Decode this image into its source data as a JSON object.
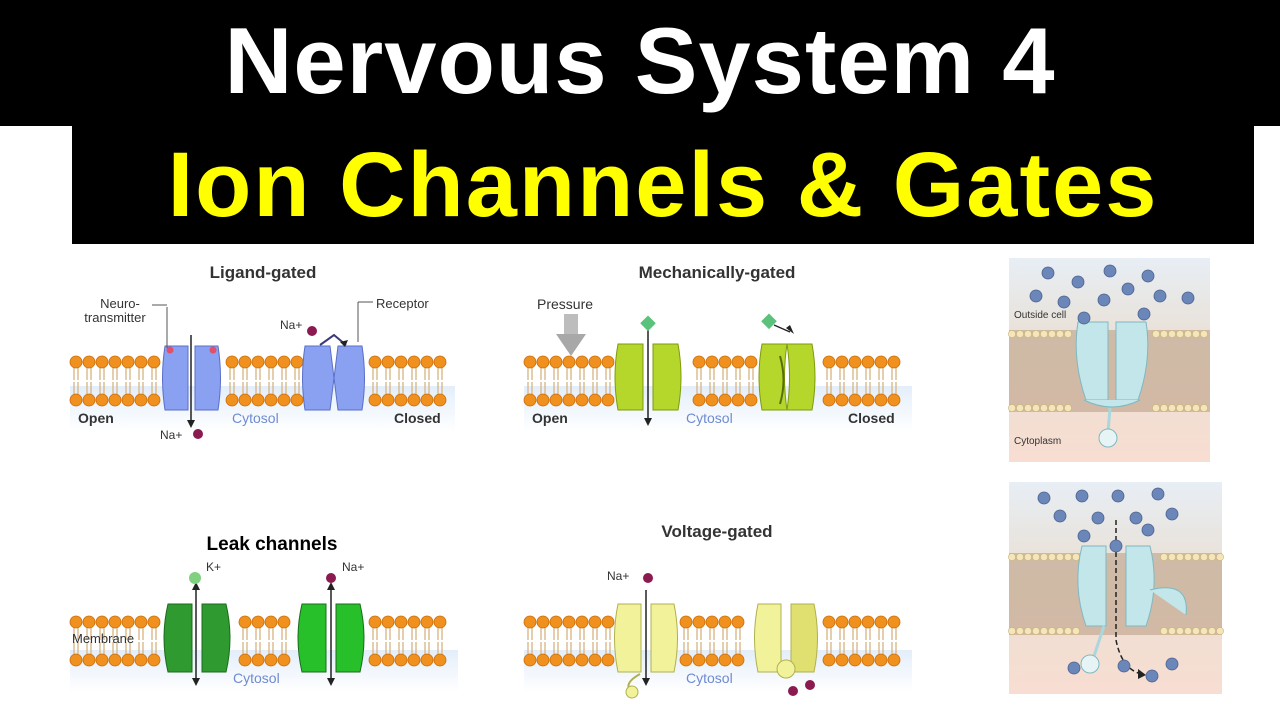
{
  "banner": {
    "line1": "Nervous System 4",
    "line2": "Ion Channels & Gates"
  },
  "panels": {
    "ligand": {
      "title": "Ligand-gated",
      "neurotransmitter_line1": "Neuro-",
      "neurotransmitter_line2": "transmitter",
      "receptor": "Receptor",
      "ion_top": "Na+",
      "ion_bottom": "Na+",
      "open": "Open",
      "cytosol": "Cytosol",
      "closed": "Closed"
    },
    "mechanical": {
      "title": "Mechanically-gated",
      "pressure": "Pressure",
      "open": "Open",
      "cytosol": "Cytosol",
      "closed": "Closed"
    },
    "leak": {
      "title": "Leak channels",
      "ion_k": "K+",
      "ion_na": "Na+",
      "membrane": "Membrane",
      "cytosol": "Cytosol"
    },
    "voltage": {
      "title": "Voltage-gated",
      "ion": "Na+",
      "cytosol": "Cytosol"
    },
    "side_top": {
      "outside": "Outside cell",
      "inside": "Cytoplasm"
    }
  },
  "colors": {
    "banner_bg": "#000000",
    "title_white": "#ffffff",
    "title_yellow": "#ffff00",
    "lipid_head": "#f0901e",
    "ligand_channel": "#8aa0f0",
    "mech_channel": "#b5d62a",
    "leak_channel": "#2f9a30",
    "voltage_channel": "#f2f29a",
    "sodium_ion": "#8a1a4f",
    "potassium_ion": "#7fd07f"
  }
}
